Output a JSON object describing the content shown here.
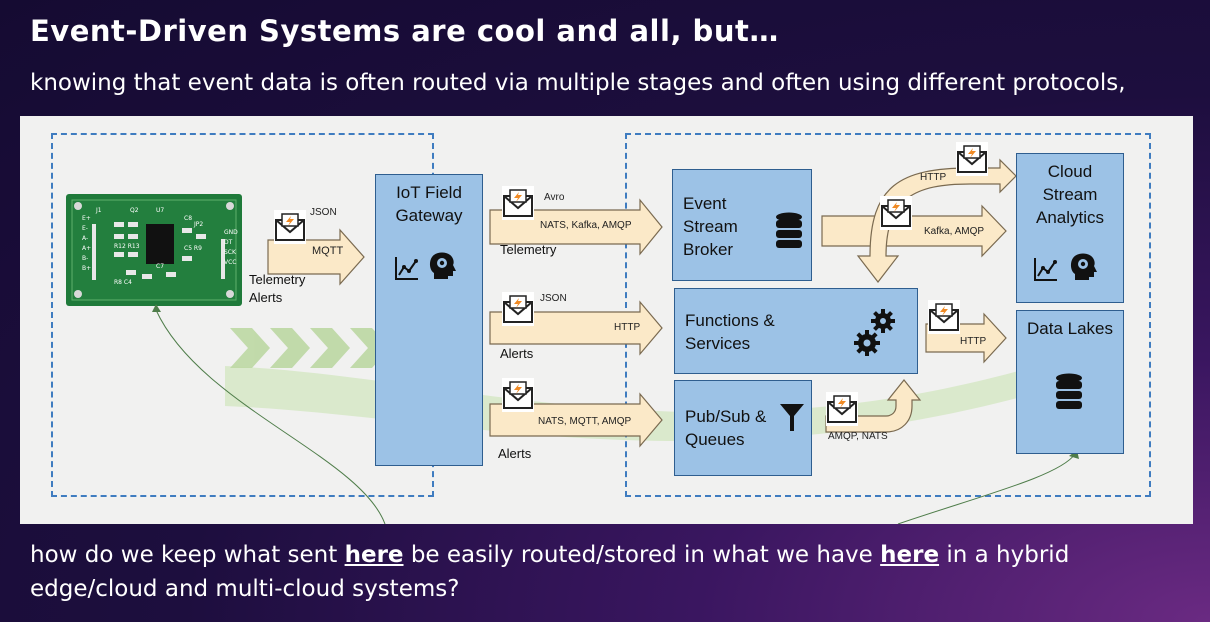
{
  "slide": {
    "title": "Event-Driven Systems are cool and all, but…",
    "subtitle": "knowing that event data is often routed via multiple stages and often using different protocols,",
    "bottom": {
      "part1": "how do we keep what sent ",
      "here1": "here",
      "part2": " be easily routed/stored in what we have ",
      "here2": "here",
      "part3": " in a hybrid edge/cloud and multi-cloud systems?"
    }
  },
  "diagram": {
    "board": {
      "labels": [
        "J1",
        "Q2",
        "U7",
        "C8",
        "JP2",
        "R12",
        "R13",
        "C5",
        "R9",
        "R8",
        "C4",
        "C7",
        "GND",
        "DT",
        "SCK",
        "VCC",
        "E-",
        "A-",
        "A+",
        "B-",
        "B+",
        "E+"
      ]
    },
    "sensor_arrow": {
      "format": "JSON",
      "protocol": "MQTT",
      "label1": "Telemetry",
      "label2": "Alerts"
    },
    "gateway": {
      "title_line1": "IoT Field",
      "title_line2": "Gateway"
    },
    "routes": [
      {
        "format": "Avro",
        "protocol": "NATS, Kafka, AMQP",
        "label": "Telemetry"
      },
      {
        "format": "JSON",
        "protocol": "HTTP",
        "label": "Alerts"
      },
      {
        "format": "",
        "protocol": "NATS, MQTT, AMQP",
        "label": "Alerts"
      }
    ],
    "broker": {
      "line1": "Event",
      "line2": "Stream",
      "line3": "Broker"
    },
    "functions": {
      "line1": "Functions &",
      "line2": "Services"
    },
    "pubsub": {
      "line1": "Pub/Sub &",
      "line2": "Queues"
    },
    "analytics": {
      "line1": "Cloud",
      "line2": "Stream",
      "line3": "Analytics"
    },
    "datalakes": {
      "title": "Data Lakes"
    },
    "cloud_arrows": {
      "http_top": "HTTP",
      "kafka": "Kafka, AMQP",
      "http_mid": "HTTP",
      "amqp_nats": "AMQP, NATS"
    },
    "colors": {
      "box_fill": "#9cc2e6",
      "arrow_fill": "#fbe9c8",
      "dash": "#3f7cc0",
      "swoosh": "#c9dfb6"
    }
  }
}
